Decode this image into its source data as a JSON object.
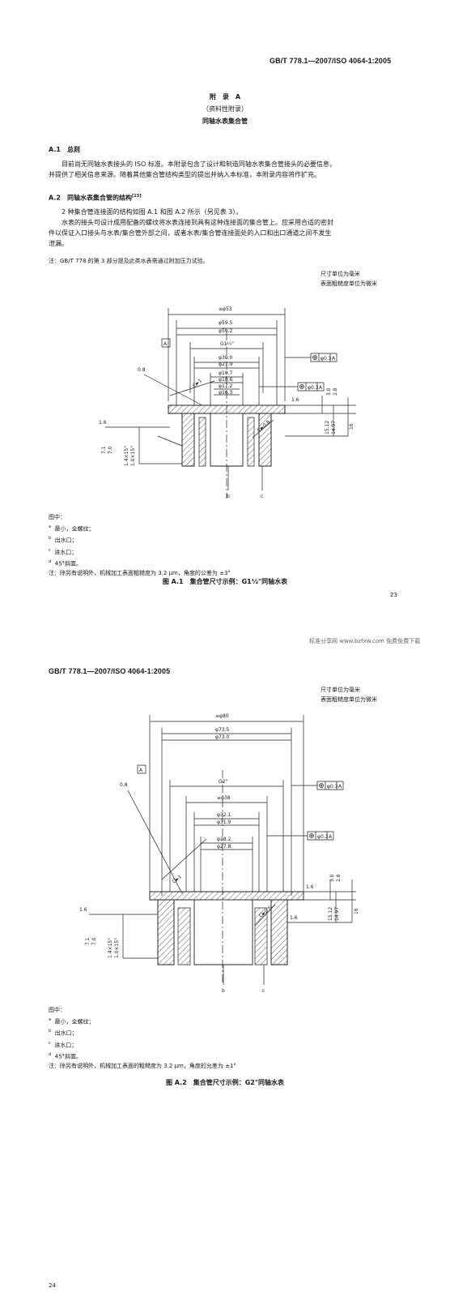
{
  "page1": {
    "header": "GB/T 778.1—2007/ISO 4064-1:2005",
    "annex_title": "附　录　A",
    "annex_type": "（资料性附录）",
    "annex_subject": "同轴水表集合管",
    "sec_a1_heading": "A.1　总则",
    "sec_a1_text_1": "目前尚无同轴水表接头的 ISO 标准。本附录包含了设计和制造同轴水表集合管接头的必要信息，",
    "sec_a1_text_2": "并提供了相关信息来源。随着其他集合管结构类型的提出并纳入本标准，本附录内容将作扩充。",
    "sec_a2_heading": "A.2　同轴水表集合管的结构",
    "sec_a2_ref": "[15]",
    "sec_a2_p1": "2 种集合管连接面的结构如图 A.1 和图 A.2 所示（另见表 3）。",
    "sec_a2_p2_1": "水表的接头可设计成用配备的螺纹将水表连接到具有这种连接面的集合管上。应采用合适的密封",
    "sec_a2_p2_2": "件以保证入口接头与水表/集合管外部之间，或者水表/集合管连接面处的入口和出口通道之间不发生",
    "sec_a2_p2_3": "泄漏。",
    "note_test": "注：GB/T 778 的第 3 部分提及此类水表需通过附加压力试验。",
    "units_1": "尺寸单位为毫米",
    "units_2": "表面粗糙度单位为微米",
    "fig_labels": {
      "d_outer": "≥φ53",
      "d1": "φ59.5",
      "d2": "φ59.2",
      "thread": "G1½\"",
      "d3": "φ30.0",
      "d4": "φ27.9",
      "d5": "φ10.7",
      "d6": "φ10.6",
      "d7": "φ17.2",
      "d8": "φ16.3",
      "tol1": "φ0.3",
      "tol2": "φ0.3",
      "datum": "A",
      "rough1": "0.8",
      "rough2": "1.6",
      "rough3": "1.6",
      "chamfer1": "C►1",
      "chamfer2": "C►0.8",
      "v1": "3.0",
      "v2": "2.8",
      "v3": "15.12",
      "v4": "14.97",
      "v5": "16",
      "h1": "7.1",
      "h2": "7.0",
      "c1": "1.4×15°",
      "c2": "1.0×15°",
      "b": "b",
      "c": "c"
    },
    "legend_title": "图中：",
    "legend": [
      {
        "k": "a",
        "v": "最小，全螺纹；"
      },
      {
        "k": "b",
        "v": "出水口；"
      },
      {
        "k": "c",
        "v": "进水口；"
      },
      {
        "k": "d",
        "v": "45°斜面。"
      }
    ],
    "legend_note": "注：除另有说明外，机械加工表面粗糙度为 3.2 μm，角度的公差为 ±3°",
    "caption": "图 A.1　集合管尺寸示例：G1½\"同轴水表",
    "page_no": "23"
  },
  "watermark": "标准分享网 www.bzfxw.com 免费免费下载",
  "page2": {
    "header": "GB/T 778.1—2007/ISO 4064-1:2005",
    "units_1": "尺寸单位为毫米",
    "units_2": "表面粗糙度单位为微米",
    "fig_labels": {
      "d_outer": "≥φ80",
      "d1": "φ73.5",
      "d2": "φ73.0",
      "thread": "G2\"",
      "d_mid": "≥φ38",
      "d3": "φ32.1",
      "d4": "φ31.9",
      "d5": "φ28.2",
      "d6": "φ27.8",
      "tol1": "φ0.3",
      "tol2": "φ0.3",
      "datum": "A",
      "rough1": "0.8",
      "rough2": "1.6",
      "rough3": "1.6",
      "rough4": "1.6",
      "chamfer1": "C►1",
      "chamfer2": "C►0.6",
      "v1": "3.0",
      "v2": "2.8",
      "v3": "15.12",
      "v4": "14.97",
      "v5": "16",
      "h1": "7.1",
      "h2": "7.0",
      "c1": "1.4×15°",
      "c2": "1.0×15°",
      "b": "b",
      "c": "c"
    },
    "legend_title": "图中：",
    "legend": [
      {
        "k": "a",
        "v": "最小，全螺纹；"
      },
      {
        "k": "b",
        "v": "出水口；"
      },
      {
        "k": "c",
        "v": "进水口；"
      },
      {
        "k": "d",
        "v": "45°斜面。"
      }
    ],
    "legend_note": "注：除另有说明外，机械加工表面的粗糙度为 3.2 μm，角度的允差为 ±1°",
    "caption": "图 A.2　集合管尺寸示例：G2\"同轴水表",
    "page_no": "24"
  }
}
